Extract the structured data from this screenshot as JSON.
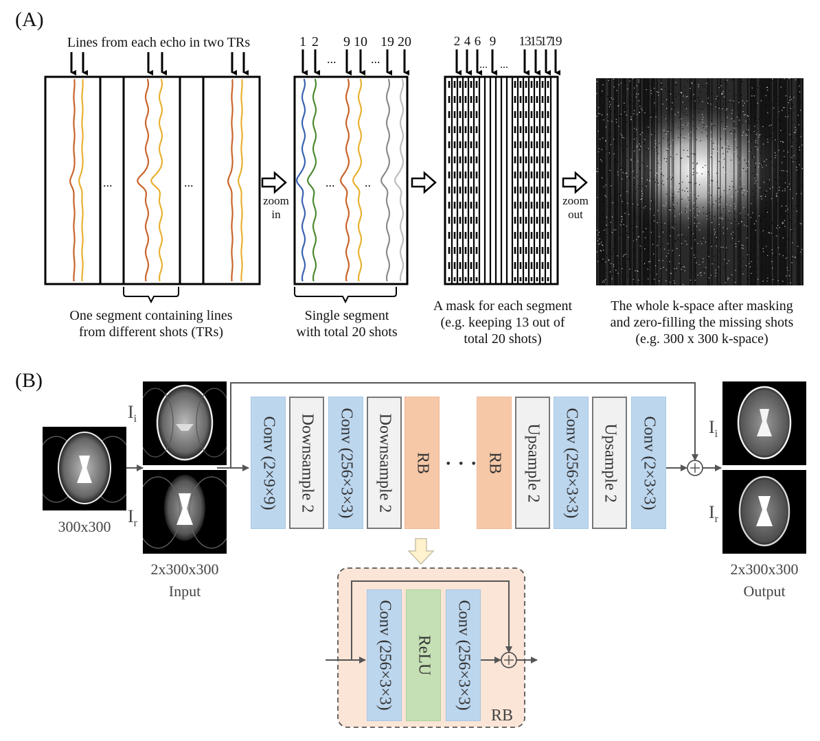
{
  "panel_a": {
    "label": "(A)",
    "top_caption": "Lines from each echo in two TRs",
    "shot_numbers_single": [
      "1",
      "2",
      "9",
      "10",
      "19",
      "20"
    ],
    "shot_numbers_mask": [
      "2",
      "4",
      "6",
      "9",
      "13",
      "15",
      "17",
      "19"
    ],
    "ellipsis": "...",
    "ellipsis_short": "..",
    "zoom_in_label": [
      "zoom",
      "in"
    ],
    "zoom_out_label": [
      "zoom",
      "out"
    ],
    "caption_segment": [
      "One segment containing lines",
      "from different shots (TRs)"
    ],
    "caption_single": [
      "Single segment",
      "with total 20 shots"
    ],
    "caption_mask": [
      "A mask for each segment",
      "(e.g. keeping 13 out of",
      "total 20 shots)"
    ],
    "caption_kspace": [
      "The whole k-space after masking",
      "and zero-filling the missing shots",
      "(e.g. 300 x 300 k-space)"
    ],
    "line_colors": {
      "echo1": "#c8642a",
      "echo2": "#e8b030",
      "shot1": "#3a62b0",
      "shot2": "#4a8a30",
      "shot9": "#c8642a",
      "shot10": "#e8b030",
      "shot19": "#8a8a8a",
      "shot20": "#bdbdbd"
    },
    "mask_total_shots": 20,
    "mask_kept_shots": 13
  },
  "panel_b": {
    "label": "(B)",
    "input_image_size": "300x300",
    "input_stack_size": "2x300x300",
    "input_label": "Input",
    "output_stack_size": "2x300x300",
    "output_label": "Output",
    "channel_imag": "I",
    "channel_imag_sub": "i",
    "channel_real": "I",
    "channel_real_sub": "r",
    "blocks": [
      {
        "type": "conv",
        "label": "Conv (2×9×9)"
      },
      {
        "type": "sample",
        "label": "Downsample 2"
      },
      {
        "type": "conv",
        "label": "Conv (256×3×3)"
      },
      {
        "type": "sample",
        "label": "Downsample 2"
      },
      {
        "type": "rb",
        "label": "RB"
      },
      {
        "type": "rb",
        "label": "RB"
      },
      {
        "type": "sample",
        "label": "Upsample 2"
      },
      {
        "type": "conv",
        "label": "Conv (256×3×3)"
      },
      {
        "type": "sample",
        "label": "Upsample 2"
      },
      {
        "type": "conv",
        "label": "Conv (2×3×3)"
      }
    ],
    "between_rb": "• • •",
    "residual_block": {
      "title": "RB",
      "blocks": [
        {
          "type": "conv",
          "label": "Conv (256×3×3)"
        },
        {
          "type": "relu",
          "label": "ReLU"
        },
        {
          "type": "conv",
          "label": "Conv (256×3×3)"
        }
      ]
    },
    "sum_symbol": "+",
    "colors": {
      "conv": "#bcd6ee",
      "sample": "#f1f1f1",
      "rb": "#f6c8a8",
      "relu": "#c5e0b4",
      "rb_container": "#fbe5d6",
      "expand_arrow": "#fff2cc"
    }
  }
}
